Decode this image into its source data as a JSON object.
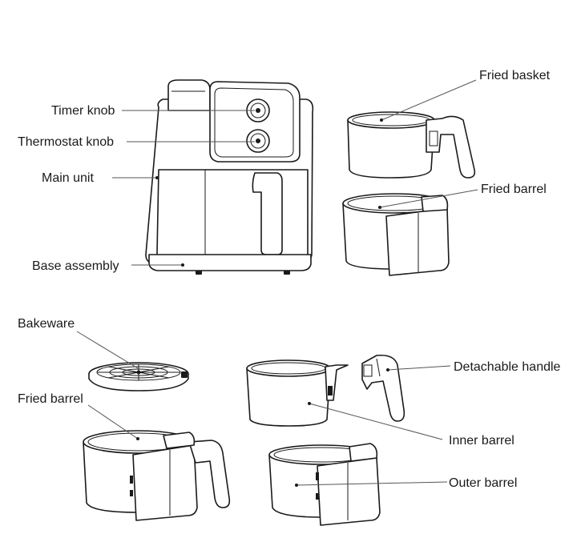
{
  "labels": {
    "timer_knob": "Timer knob",
    "thermostat_knob": "Thermostat knob",
    "main_unit": "Main unit",
    "base_assembly": "Base assembly",
    "fried_basket": "Fried basket",
    "fried_barrel_top": "Fried barrel",
    "bakeware": "Bakeware",
    "fried_barrel_bottom": "Fried barrel",
    "detachable_handle": "Detachable handle",
    "inner_barrel": "Inner barrel",
    "outer_barrel": "Outer barrel"
  },
  "colors": {
    "line": "#1a1a1a",
    "leader": "#555555",
    "background": "#ffffff"
  }
}
